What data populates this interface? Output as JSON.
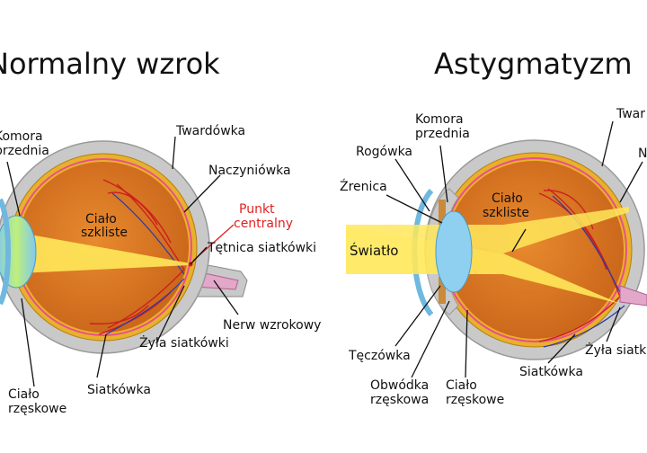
{
  "left_panel": {
    "title": "Normalny wzrok",
    "labels": {
      "komora": "Komora",
      "przednia": "przednia",
      "twardowka": "Twardówka",
      "naczyniowka": "Naczyniówka",
      "punkt": "Punkt",
      "centralny": "centralny",
      "cialo_szkliste_1": "Ciało",
      "cialo_szkliste_2": "szkliste",
      "tetnica": "Tętnica siatkówki",
      "nerw": "Nerw wzrokowy",
      "zyla": "Żyła siatkówki",
      "siatkowka": "Siatkówka",
      "cialo_rzeskowe_1": "Ciało",
      "cialo_rzeskowe_2": "rzęskowe"
    }
  },
  "right_panel": {
    "title": "Astygmatyzm",
    "labels": {
      "komora": "Komora",
      "przednia": "przednia",
      "rogowka": "Rogówka",
      "zrenica": "Źrenica",
      "swiatlo": "Światło",
      "twardowka": "Twar",
      "naczyniowka": "N",
      "cialo_szkliste_1": "Ciało",
      "cialo_szkliste_2": "szkliste",
      "teczowka": "Tęczówka",
      "obwodka_1": "Obwódka",
      "obwodka_2": "rzęskowa",
      "cialo_rzeskowe_1": "Ciało",
      "cialo_rzeskowe_2": "rzęskowe",
      "siatkowka": "Siatkówka",
      "zyla": "Żyła siatk"
    }
  },
  "colors": {
    "sclera": "#c9c9c9",
    "choroid": "#e9b02c",
    "vitreous": "#d9761f",
    "beam": "#ffe85a",
    "lens": "#a8e07a",
    "cornea": "#8fd0f0",
    "vessel": "#cc1f1f",
    "punkt": "#e02020"
  }
}
